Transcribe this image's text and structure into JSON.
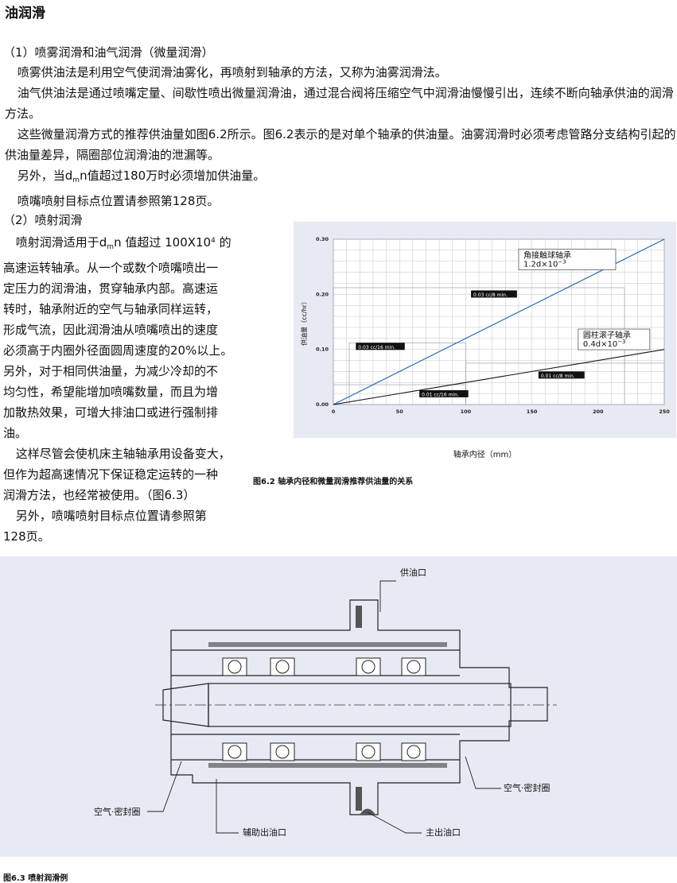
{
  "title": "油润滑",
  "section1": {
    "heading": "（1）喷雾润滑和油气润滑（微量润滑）",
    "p1": "喷雾供油法是利用空气使润滑油雾化，再喷射到轴承的方法，又称为油雾润滑法。",
    "p2": "油气供油法是通过喷嘴定量、间歇性喷出微量润滑油，通过混合阀将压缩空气中润滑油慢慢引出，连续不断向轴承供油的润滑方法。",
    "p3": "这些微量润滑方式的推荐供油量如图6.2所示。图6.2表示的是对单个轴承的供油量。油雾润滑时必须考虑管路分支结构引起的供油量差异，隔圈部位润滑油的泄漏等。",
    "p4_pre": "另外，当d",
    "p4_sub": "m",
    "p4_post": "n值超过180万时必须增加供油量。",
    "p5": "喷嘴喷射目标点位置请参照第128页。"
  },
  "section2": {
    "heading": "（2）喷射润滑",
    "p1_pre": "喷射润滑适用于d",
    "p1_sub": "m",
    "p1_mid": "n 值超过 100X10",
    "p1_sup": "4",
    "p1_post": " 的",
    "lines": [
      "高速运转轴承。从一个或数个喷嘴喷出一",
      "定压力的润滑油，贯穿轴承内部。高速运",
      "转时，轴承附近的空气与轴承同样运转，",
      "形成气流，因此润滑油从喷嘴喷出的速度",
      "必须高于内圈外径面圆周速度的20%以上。",
      "另外，对于相同供油量，为减少冷却的不",
      "均匀性，希望能增加喷嘴数量，而且为增",
      "加散热效果，可增大排油口或进行强制排",
      "油。"
    ],
    "p2_lines": [
      "这样尽管会使机床主轴轴承用设备变大，",
      "但作为超高速情况下保证稳定运转的一种",
      "润滑方法，也经常被使用。（图6.3）"
    ],
    "p3_lines": [
      "另外，喷嘴喷射目标点位置请参照第",
      "128页。"
    ]
  },
  "chart_data": {
    "type": "line",
    "xlabel": "轴承内径（mm）",
    "ylabel": "供油量（cc/hr）",
    "xlim": [
      0,
      250
    ],
    "ylim": [
      0,
      0.3
    ],
    "xticks": [
      "0",
      "50",
      "100",
      "150",
      "200",
      "250"
    ],
    "yticks": [
      "0.00",
      "0.10",
      "0.20",
      "0.30"
    ],
    "grid": true,
    "series": [
      {
        "label": "角接触球轴承",
        "formula": "1.2d×10",
        "formula_sup": "−3",
        "x": [
          0,
          250
        ],
        "y": [
          0,
          0.3
        ],
        "color": "#2b5fae"
      },
      {
        "label": "圆柱滚子轴承",
        "formula": "0.4d×10",
        "formula_sup": "−3",
        "x": [
          0,
          250
        ],
        "y": [
          0,
          0.1
        ],
        "color": "#111111"
      }
    ],
    "annotations": [
      {
        "text": "0.03 cc/8 min.",
        "x": 104,
        "y": 0.197
      },
      {
        "text": "0.03 cc/16 min.",
        "x": 17,
        "y": 0.102
      },
      {
        "text": "0.01 cc/8 min.",
        "x": 155,
        "y": 0.05
      },
      {
        "text": "0.01 cc/16 min.",
        "x": 65,
        "y": 0.016
      }
    ],
    "caption": "图6.2  轴承内径和微量润滑推荐供油量的关系"
  },
  "figure63": {
    "labels": {
      "supply": "供油口",
      "air_seal_right": "空气·密封圈",
      "air_seal_left": "空气·密封圈",
      "aux_outlet": "辅助出油口",
      "main_outlet": "主出油口"
    },
    "caption": "图6.3  喷射润滑例"
  }
}
